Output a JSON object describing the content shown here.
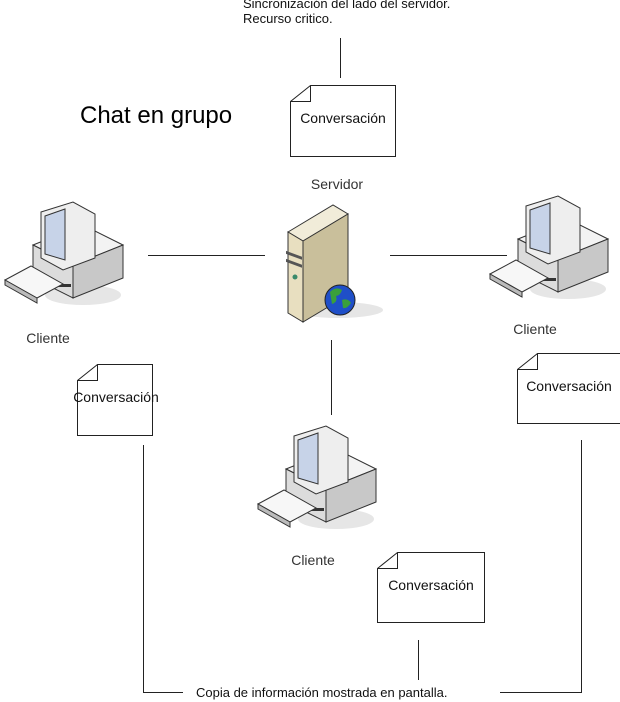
{
  "title": "Chat en grupo",
  "server_note": [
    "Sincronización del lado del servidor.",
    "Recurso critico."
  ],
  "bottom_note": "Copia de información mostrada en pantalla.",
  "server": {
    "label": "Servidor",
    "icon": "server-globe-icon"
  },
  "clients": [
    {
      "label": "Cliente",
      "icon": "desktop-computer-icon"
    },
    {
      "label": "Cliente",
      "icon": "desktop-computer-icon"
    },
    {
      "label": "Cliente",
      "icon": "desktop-computer-icon"
    }
  ],
  "documents": [
    {
      "label": "Conversación"
    },
    {
      "label": "Conversación"
    },
    {
      "label": "Conversación"
    },
    {
      "label": "Conversación"
    }
  ]
}
